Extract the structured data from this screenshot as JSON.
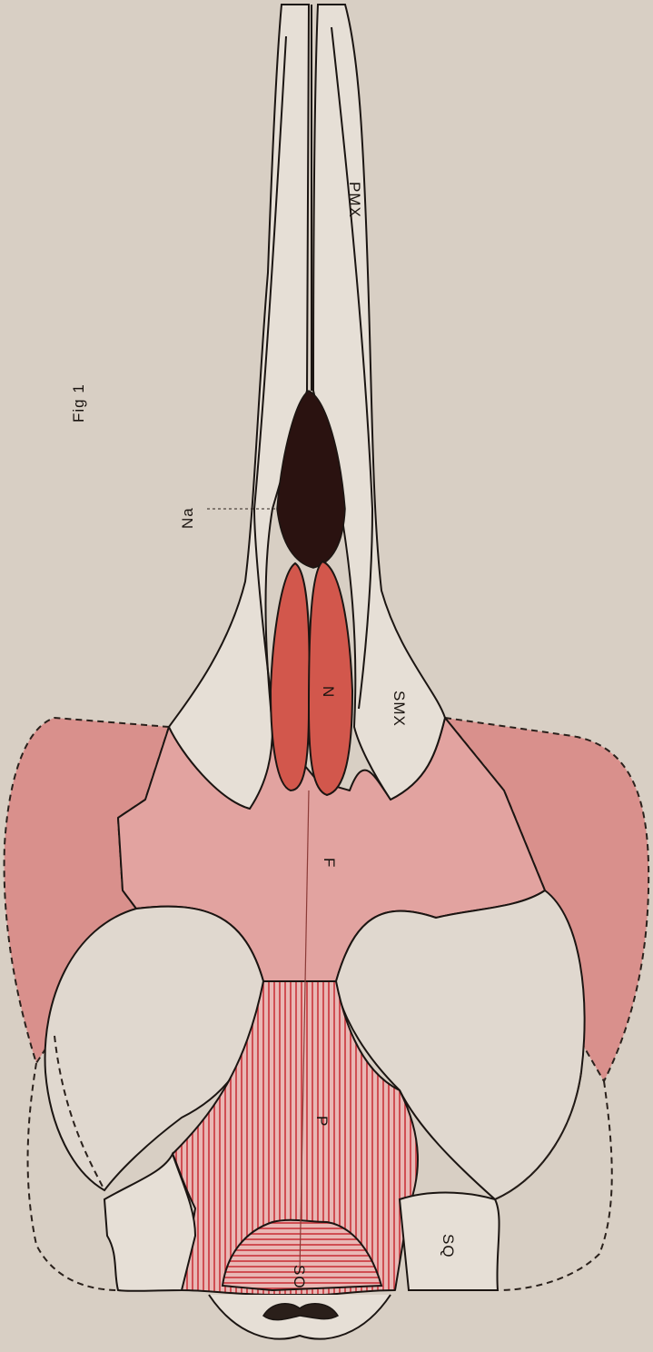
{
  "figure": {
    "caption": "Fig 1",
    "colors": {
      "background": "#d8cfc4",
      "bone_light": "#e6dfd6",
      "frontal_pink": "#e2a3a0",
      "supraorbital_pink": "#d9908c",
      "nasal_red": "#d2574c",
      "nasal_opening": "#2a1210",
      "hatch_red": "#c9343a"
    },
    "labels": {
      "pmx": "PMX",
      "na": "Na",
      "n": "N",
      "smx": "SMX",
      "f": "F",
      "p": "P",
      "so": "SO",
      "sq": "SQ"
    }
  }
}
